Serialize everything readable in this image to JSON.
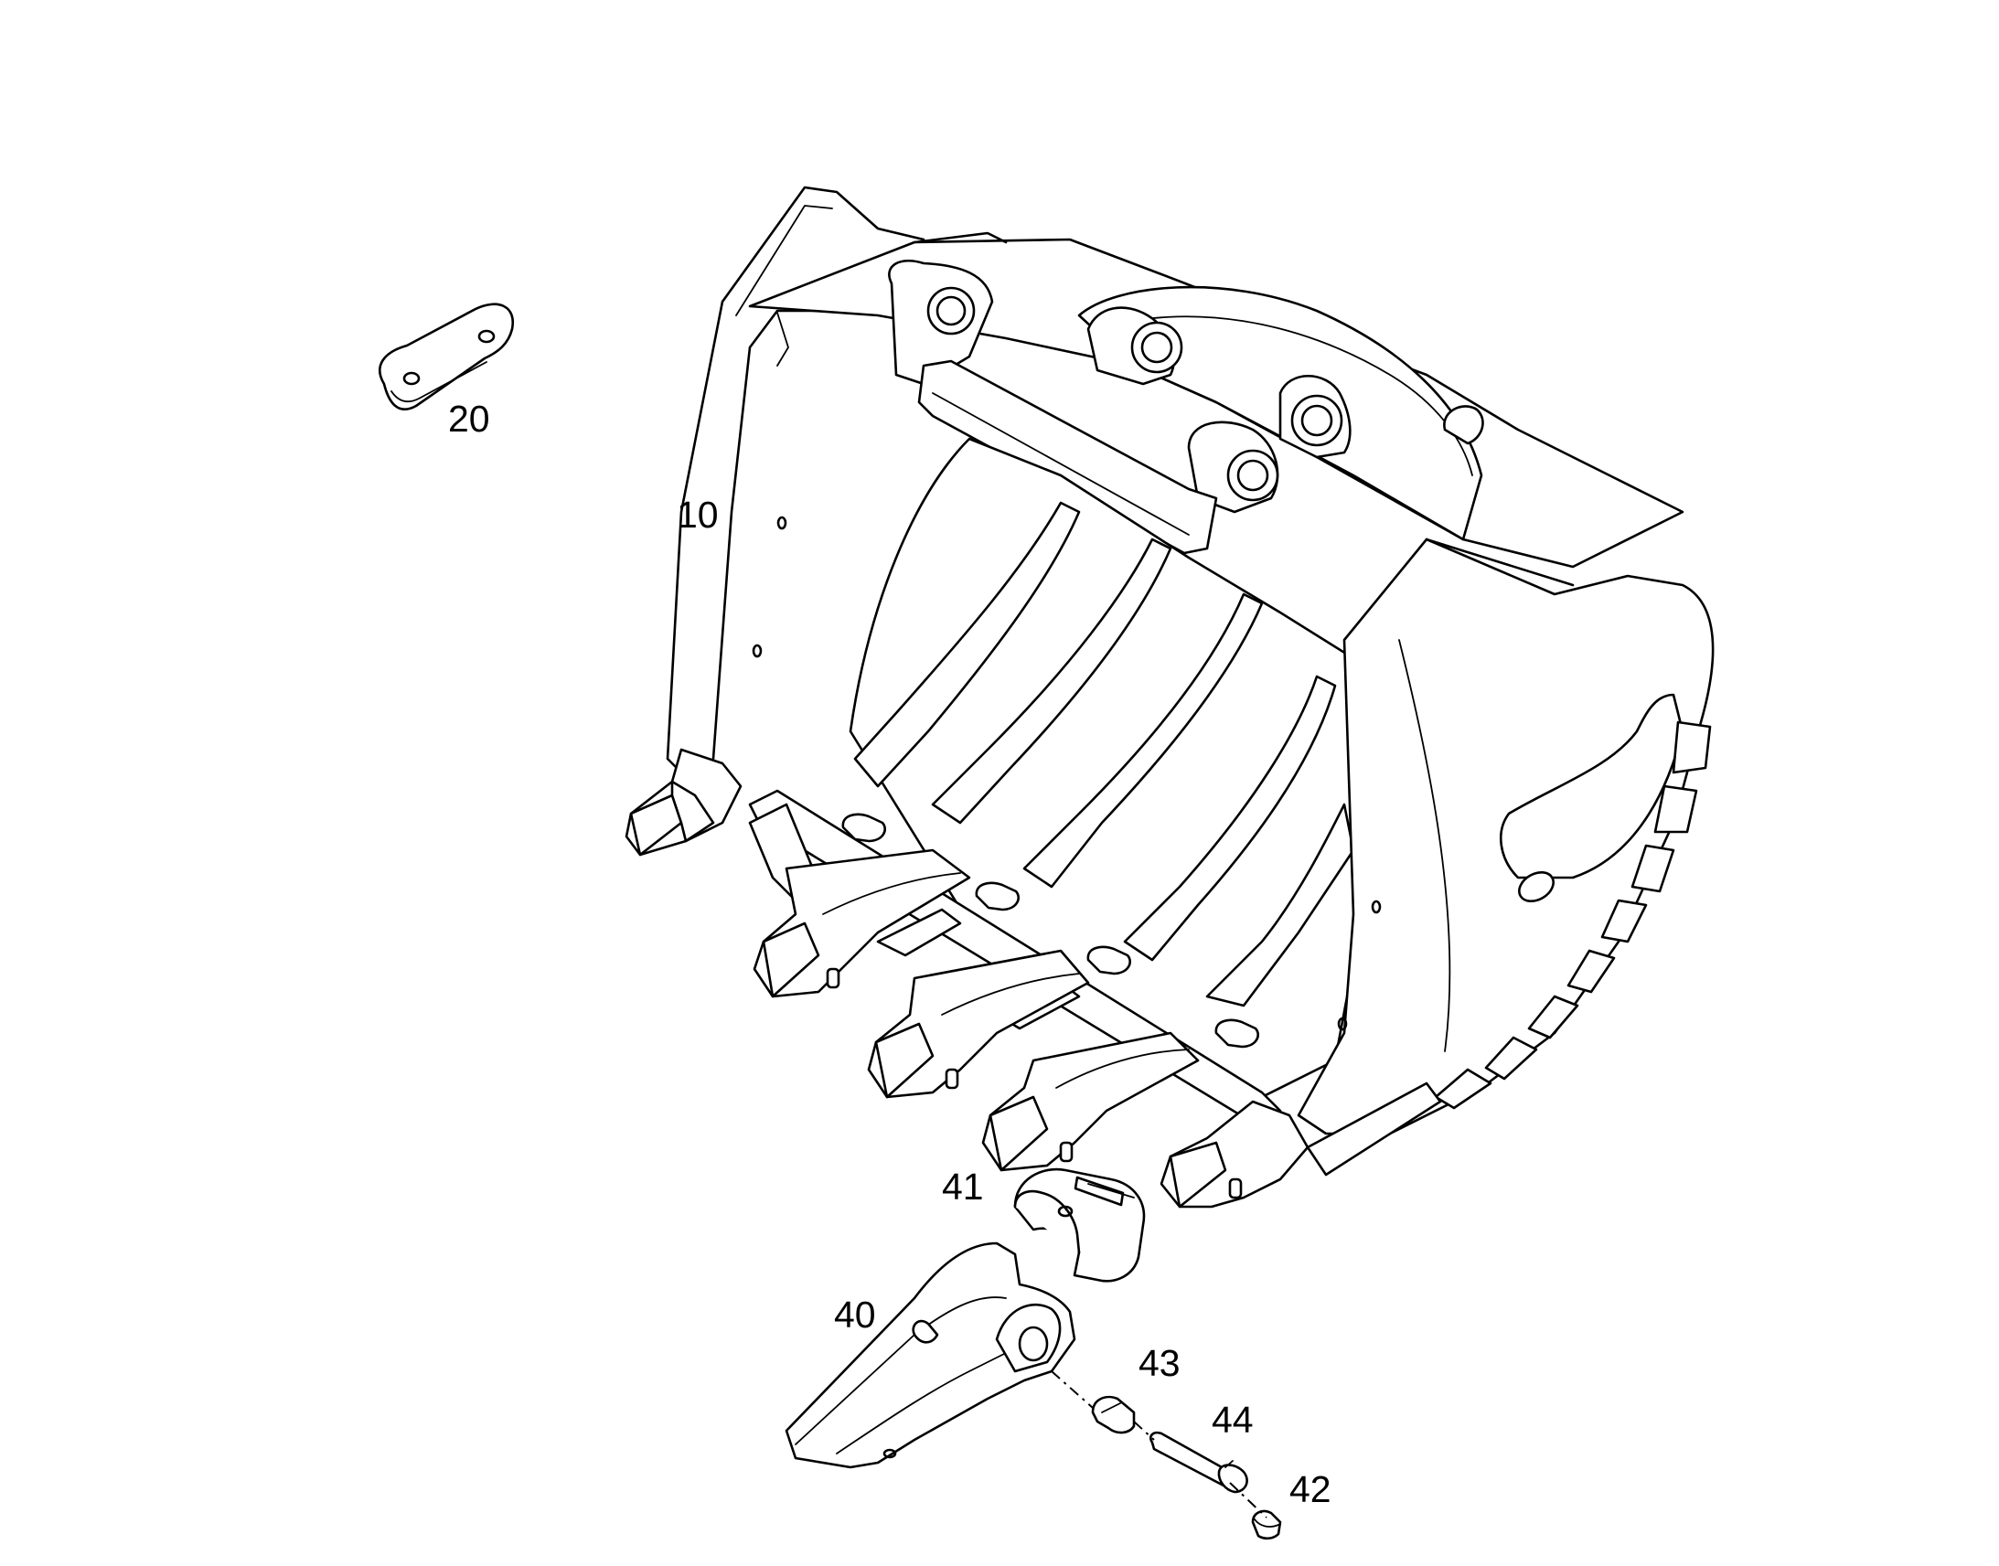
{
  "callouts": {
    "c10": "10",
    "c20": "20",
    "c40": "40",
    "c41": "41",
    "c42": "42",
    "c43": "43",
    "c44": "44"
  },
  "colors": {
    "line": "#000000",
    "background": "#ffffff"
  }
}
